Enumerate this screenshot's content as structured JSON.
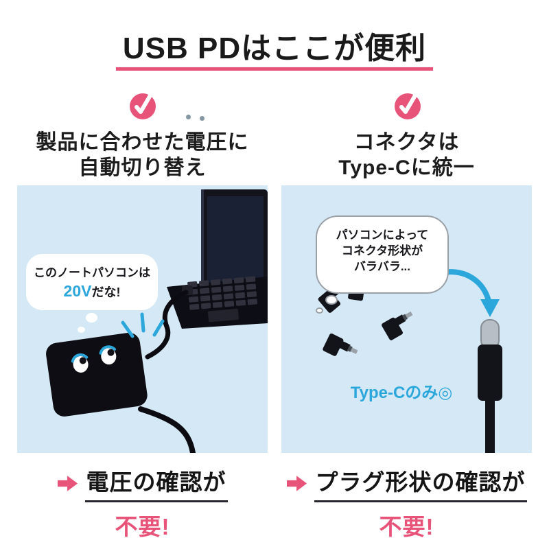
{
  "colors": {
    "accent_pink": "#e8537a",
    "accent_blue": "#2ba7dc",
    "panel_bg": "#d4e8f5",
    "ink": "#1a1a1a"
  },
  "icons": {
    "check_badge": "✓",
    "conclusion_arrow": "➡"
  },
  "title": "USB PDはここが便利",
  "left": {
    "heading_line1": "製品に合わせた電圧に",
    "heading_line2": "自動切り替え",
    "bubble_line1": "このノートパソコンは",
    "bubble_voltage": "20V",
    "bubble_suffix": "だな!",
    "conclusion_text": "電圧の確認が",
    "conclusion_emphasis": "不要!"
  },
  "right": {
    "heading_line1": "コネクタは",
    "heading_line2": "Type-Cに統一",
    "bubble_line1": "パソコンによって",
    "bubble_line2": "コネクタ形状が",
    "bubble_line3": "バラバラ...",
    "typec_label": "Type-Cのみ◎",
    "conclusion_text": "プラグ形状の確認が",
    "conclusion_emphasis": "不要!"
  }
}
